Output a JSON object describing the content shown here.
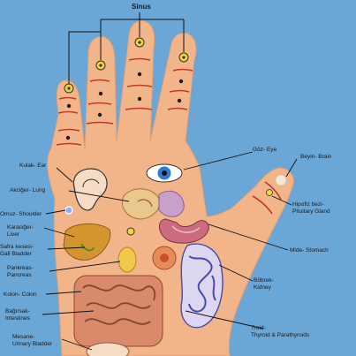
{
  "labels": {
    "sinus": "Sinus",
    "eye": "Göz- Eye",
    "brain": "Beyin- Brain",
    "pituitary_1": "Hipofiz bezi-",
    "pituitary_2": "Pituitary Gland",
    "stomach": "Mide- Stomach",
    "kidney_1": "Böbrek-",
    "kidney_2": "Kidney",
    "thyroid_1": "Troid-",
    "thyroid_2": "Thyroid & Parathyroids",
    "ear": "Kulak- Ear",
    "lung": "Akciğer- Lung",
    "shoulder": "Omuz- Shoulder",
    "liver_1": "Karaciğer-",
    "liver_2": "Liver",
    "gall_1": "Safra kesesi-",
    "gall_2": "Gall Bladder",
    "pancreas_1": "Pankreas-",
    "pancreas_2": "Pancreas",
    "colon": "Kolon- Colon",
    "intestines_1": "Bağırsak-",
    "intestines_2": "Intestines",
    "bladder_1": "Mesane-",
    "bladder_2": "Urinary Bladder"
  },
  "colors": {
    "background": "#6aa6d6",
    "skin": "#f2b489",
    "skin_dark": "#e09a70",
    "crease": "#c0392b",
    "pointer": "#111111",
    "liver": "#d4952f",
    "stomach": "#cc6b7d",
    "kidney": "#4a4ab2",
    "intestines": "#d98a6a",
    "eye_iris": "#2f7cd0",
    "point_yellow": "#f4d33a"
  }
}
